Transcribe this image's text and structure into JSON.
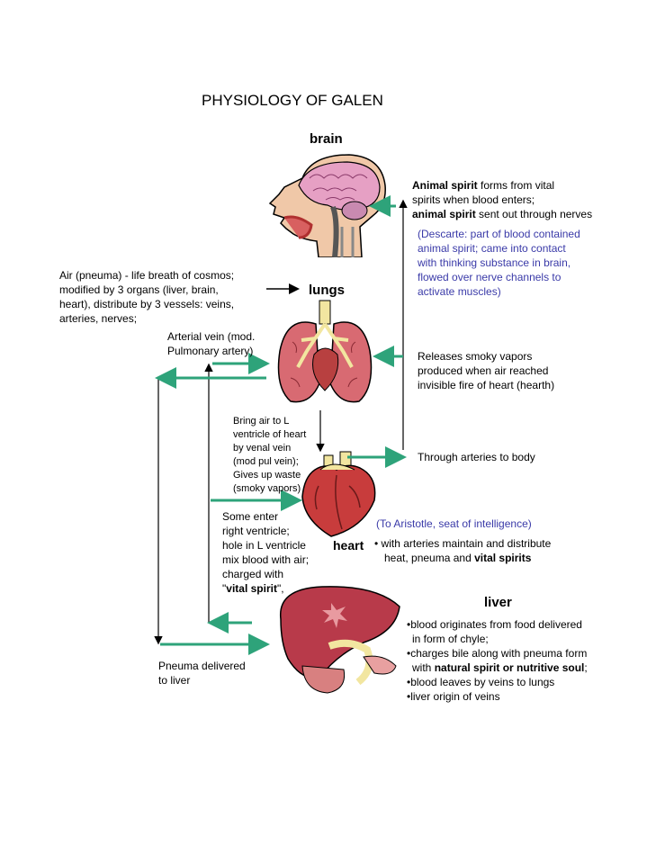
{
  "title": "PHYSIOLOGY OF GALEN",
  "organs": {
    "brain": "brain",
    "lungs": "lungs",
    "heart": "heart",
    "liver": "liver"
  },
  "brain_note": {
    "l1_b": "Animal spirit",
    "l1_r": " forms from vital",
    "l2": "spirits when blood enters;",
    "l3_b": "animal spirit",
    "l3_r": " sent out through nerves"
  },
  "descarte_note": [
    "(Descarte: part of blood contained",
    "animal spirit; came into contact",
    "with thinking substance in brain,",
    "flowed over nerve channels to",
    "activate muscles)"
  ],
  "air_note": [
    "Air (pneuma) - life breath of  cosmos;",
    "modified by 3 organs (liver, brain,",
    "heart), distribute by 3 vessels: veins,",
    "arteries, nerves;"
  ],
  "arterial_vein": [
    "Arterial vein (mod.",
    "Pulmonary artery)"
  ],
  "smoky_note": [
    "Releases smoky vapors",
    "produced when air reached",
    "invisible fire of heart (hearth)"
  ],
  "bring_air": [
    "Bring air to L",
    "ventricle of heart",
    "by venal vein",
    "(mod pul vein);",
    "Gives up waste",
    "(smoky vapors)"
  ],
  "arteries_body": "Through arteries to body",
  "some_enter": {
    "lines": [
      "Some enter",
      "right ventricle;",
      "hole in L ventricle",
      "mix blood with air;",
      "charged with"
    ],
    "q_open": "\"",
    "bold": "vital spirit",
    "q_close": "\","
  },
  "aristotle": "(To Aristotle, seat of intelligence)",
  "heart_note": {
    "l1": "• with arteries maintain and distribute",
    "l2_r": "heat, pneuma and ",
    "l2_b": "vital spirits"
  },
  "liver_note": {
    "l1": "•blood originates from food delivered",
    "l2": "in form of chyle;",
    "l3": "•charges bile along with pneuma form",
    "l4_r": "with ",
    "l4_b": "natural spirit or nutritive soul",
    "l4_e": ";",
    "l5": "•blood leaves by veins to lungs",
    "l6": "•liver origin of veins"
  },
  "pneuma_liver": [
    "Pneuma delivered",
    "to liver"
  ],
  "colors": {
    "arrow_green": "#2ea37a",
    "line_black": "#000000",
    "note_blue": "#3a3aa8",
    "organ_red": "#c84a4a",
    "brain_pink": "#e6a0c4"
  }
}
